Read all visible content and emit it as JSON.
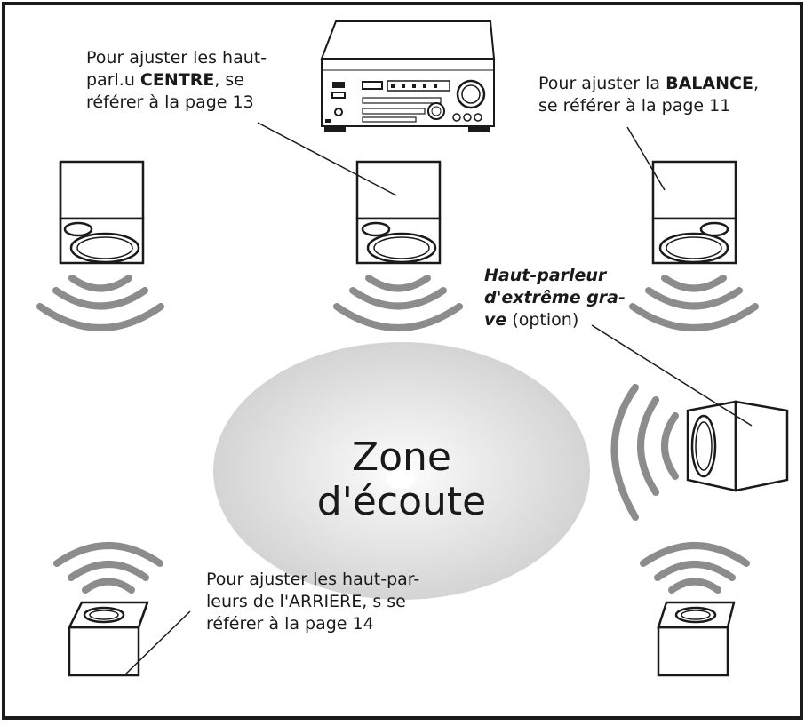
{
  "labels": {
    "center": {
      "line1": "Pour ajuster les haut-",
      "line2_pre": "parl.u ",
      "line2_bold": "CENTRE",
      "line2_post": ", se",
      "line3": "référer à la page 13"
    },
    "balance": {
      "line1_pre": "Pour ajuster la ",
      "line1_bold": "BALANCE",
      "line1_post": ",",
      "line2": "se référer à la page 11"
    },
    "subwoofer": {
      "line1": "Haut-parleur",
      "line2": "d'extrême gra-",
      "line3_bold": "ve",
      "line3_post": " (option)"
    },
    "rear": {
      "line1": "Pour ajuster les haut-par-",
      "line2": "leurs de l'ARRIERE, s se",
      "line3": "référer à la page 14"
    }
  },
  "zone": {
    "line1": "Zone",
    "line2": "d'écoute"
  },
  "colors": {
    "frame": "#1a1a1a",
    "waves": "#8c8c8c",
    "zone_center": "#ffffff",
    "zone_edge": "#d0d0d0"
  }
}
